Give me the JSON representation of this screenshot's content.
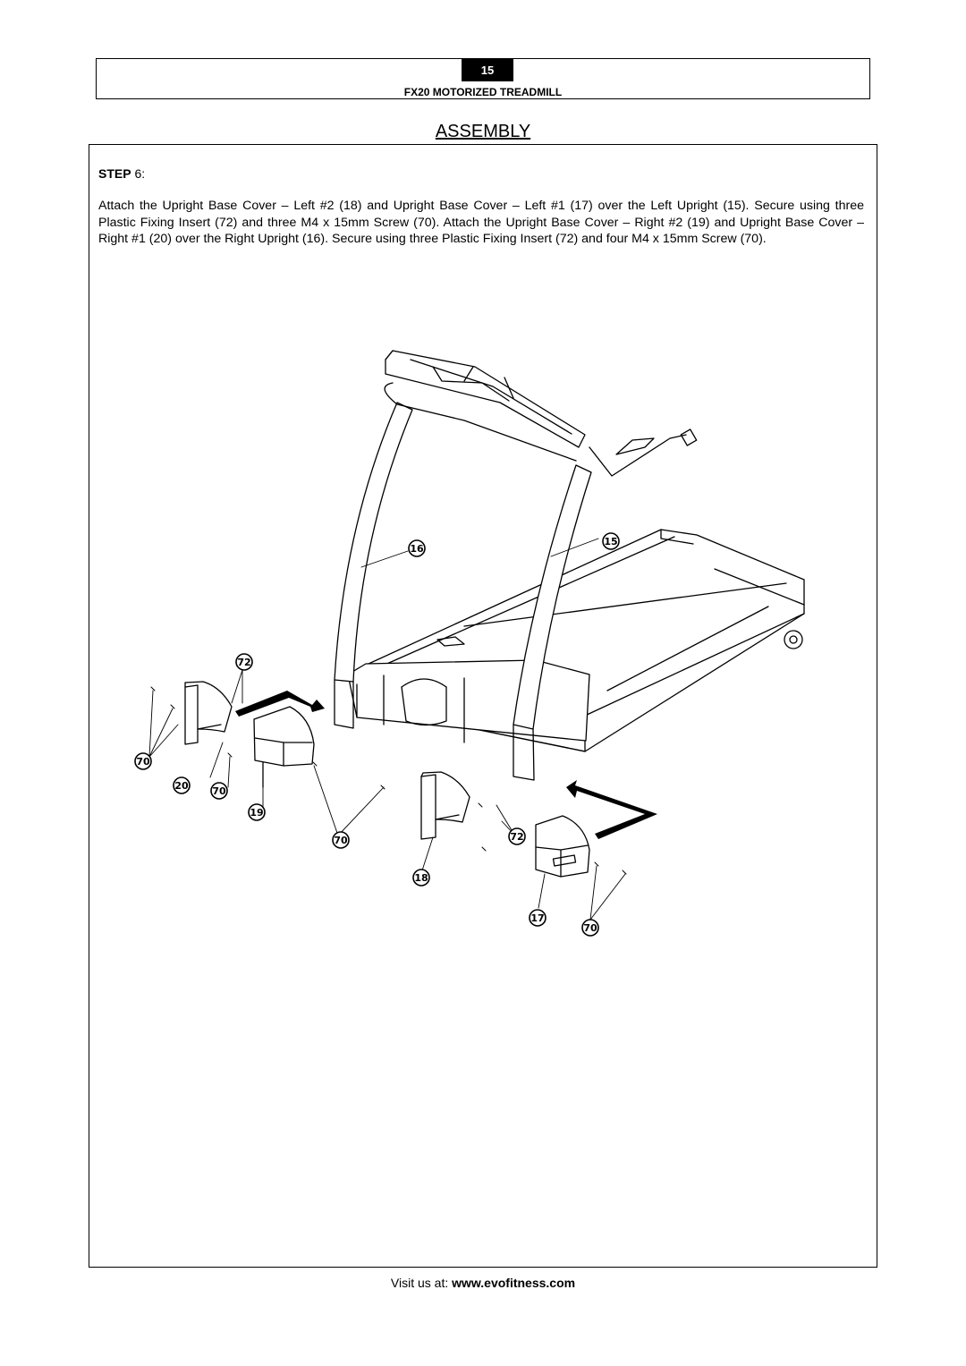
{
  "header": {
    "page_number": "15",
    "document_title": "FX20 MOTORIZED TREADMILL"
  },
  "section": {
    "title": "ASSEMBLY"
  },
  "step": {
    "label": "STEP",
    "number": "6",
    "suffix": ":",
    "instructions": "Attach the Upright Base Cover – Left #2 (18) and Upright Base Cover – Left #1 (17) over the Left Upright (15).  Secure using three Plastic Fixing Insert (72) and three M4 x 15mm Screw (70).  Attach the Upright Base Cover – Right #2 (19) and Upright Base Cover – Right #1 (20) over the Right Upright (16).  Secure using three Plastic Fixing Insert (72) and four M4 x 15mm Screw (70)."
  },
  "diagram": {
    "callouts": {
      "right_upright": "16",
      "left_upright": "15",
      "insert_top": "72",
      "screw_left": "70",
      "cover_right_1": "20",
      "screw_mid": "70",
      "cover_right_2": "19",
      "screw_center": "70",
      "insert_bottom": "72",
      "cover_left_2": "18",
      "cover_left_1": "17",
      "screw_right": "70"
    }
  },
  "footer": {
    "prefix": "Visit us at:",
    "url": "www.evofitness.com"
  }
}
